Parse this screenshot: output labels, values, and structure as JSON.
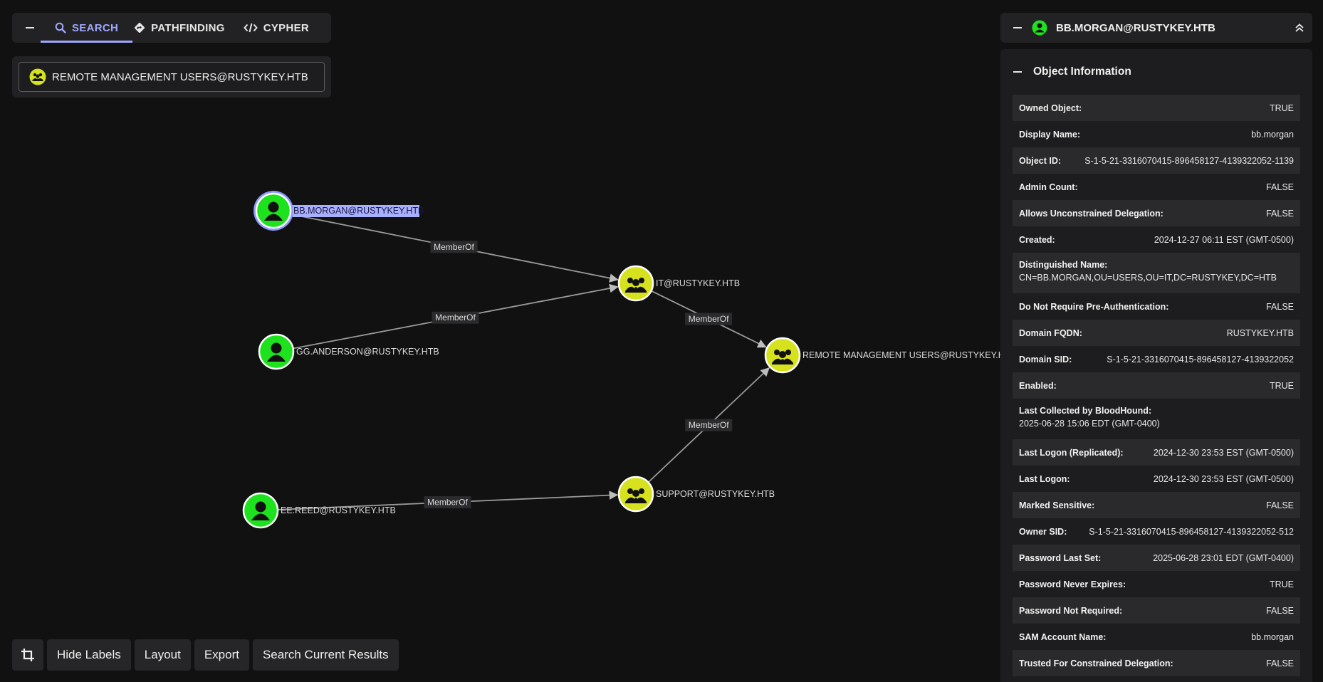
{
  "nav": {
    "tabs": [
      {
        "label": "SEARCH",
        "icon": "search-icon",
        "active": true
      },
      {
        "label": "PATHFINDING",
        "icon": "directions-icon"
      },
      {
        "label": "CYPHER",
        "icon": "code-icon"
      }
    ]
  },
  "search": {
    "value": "REMOTE MANAGEMENT USERS@RUSTYKEY.HTB"
  },
  "toolbar": {
    "hide_labels": "Hide Labels",
    "layout": "Layout",
    "export": "Export",
    "search_results": "Search Current Results"
  },
  "graph": {
    "colors": {
      "user": "#1ee21e",
      "group": "#d7e21e",
      "selected_ring": "#8d97ff",
      "edge": "#9a9a9a"
    },
    "nodes": [
      {
        "id": "bbmorgan",
        "label": "BB.MORGAN@RUSTYKEY.HTB",
        "kind": "user",
        "selected": true
      },
      {
        "id": "gganderson",
        "label": "GG.ANDERSON@RUSTYKEY.HTB",
        "kind": "user"
      },
      {
        "id": "eereed",
        "label": "EE.REED@RUSTYKEY.HTB",
        "kind": "user"
      },
      {
        "id": "it",
        "label": "IT@RUSTYKEY.HTB",
        "kind": "group"
      },
      {
        "id": "support",
        "label": "SUPPORT@RUSTYKEY.HTB",
        "kind": "group"
      },
      {
        "id": "rmu",
        "label": "REMOTE MANAGEMENT USERS@RUSTYKEY.HTB",
        "kind": "group"
      }
    ],
    "edges": [
      {
        "from": "bbmorgan",
        "to": "it",
        "label": "MemberOf"
      },
      {
        "from": "gganderson",
        "to": "it",
        "label": "MemberOf"
      },
      {
        "from": "it",
        "to": "rmu",
        "label": "MemberOf"
      },
      {
        "from": "eereed",
        "to": "support",
        "label": "MemberOf"
      },
      {
        "from": "support",
        "to": "rmu",
        "label": "MemberOf"
      }
    ]
  },
  "panel": {
    "title": "BB.MORGAN@RUSTYKEY.HTB",
    "section": "Object Information",
    "props": [
      {
        "k": "Owned Object:",
        "v": "TRUE"
      },
      {
        "k": "Display Name:",
        "v": "bb.morgan"
      },
      {
        "k": "Object ID:",
        "v": "S-1-5-21-3316070415-896458127-4139322052-1139"
      },
      {
        "k": "Admin Count:",
        "v": "FALSE"
      },
      {
        "k": "Allows Unconstrained Delegation:",
        "v": "FALSE"
      },
      {
        "k": "Created:",
        "v": "2024-12-27 06:11 EST (GMT-0500)"
      },
      {
        "k": "Distinguished Name:",
        "v": "CN=BB.MORGAN,OU=USERS,OU=IT,DC=RUSTYKEY,DC=HTB",
        "stack": true
      },
      {
        "k": "Do Not Require Pre-Authentication:",
        "v": "FALSE"
      },
      {
        "k": "Domain FQDN:",
        "v": "RUSTYKEY.HTB"
      },
      {
        "k": "Domain SID:",
        "v": "S-1-5-21-3316070415-896458127-4139322052"
      },
      {
        "k": "Enabled:",
        "v": "TRUE"
      },
      {
        "k": "Last Collected by BloodHound:",
        "v": "2025-06-28 15:06 EDT (GMT-0400)",
        "stack": true
      },
      {
        "k": "Last Logon (Replicated):",
        "v": "2024-12-30 23:53 EST (GMT-0500)"
      },
      {
        "k": "Last Logon:",
        "v": "2024-12-30 23:53 EST (GMT-0500)"
      },
      {
        "k": "Marked Sensitive:",
        "v": "FALSE"
      },
      {
        "k": "Owner SID:",
        "v": "S-1-5-21-3316070415-896458127-4139322052-512"
      },
      {
        "k": "Password Last Set:",
        "v": "2025-06-28 23:01 EDT (GMT-0400)"
      },
      {
        "k": "Password Never Expires:",
        "v": "TRUE"
      },
      {
        "k": "Password Not Required:",
        "v": "FALSE"
      },
      {
        "k": "SAM Account Name:",
        "v": "bb.morgan"
      },
      {
        "k": "Trusted For Constrained Delegation:",
        "v": "FALSE"
      }
    ]
  }
}
